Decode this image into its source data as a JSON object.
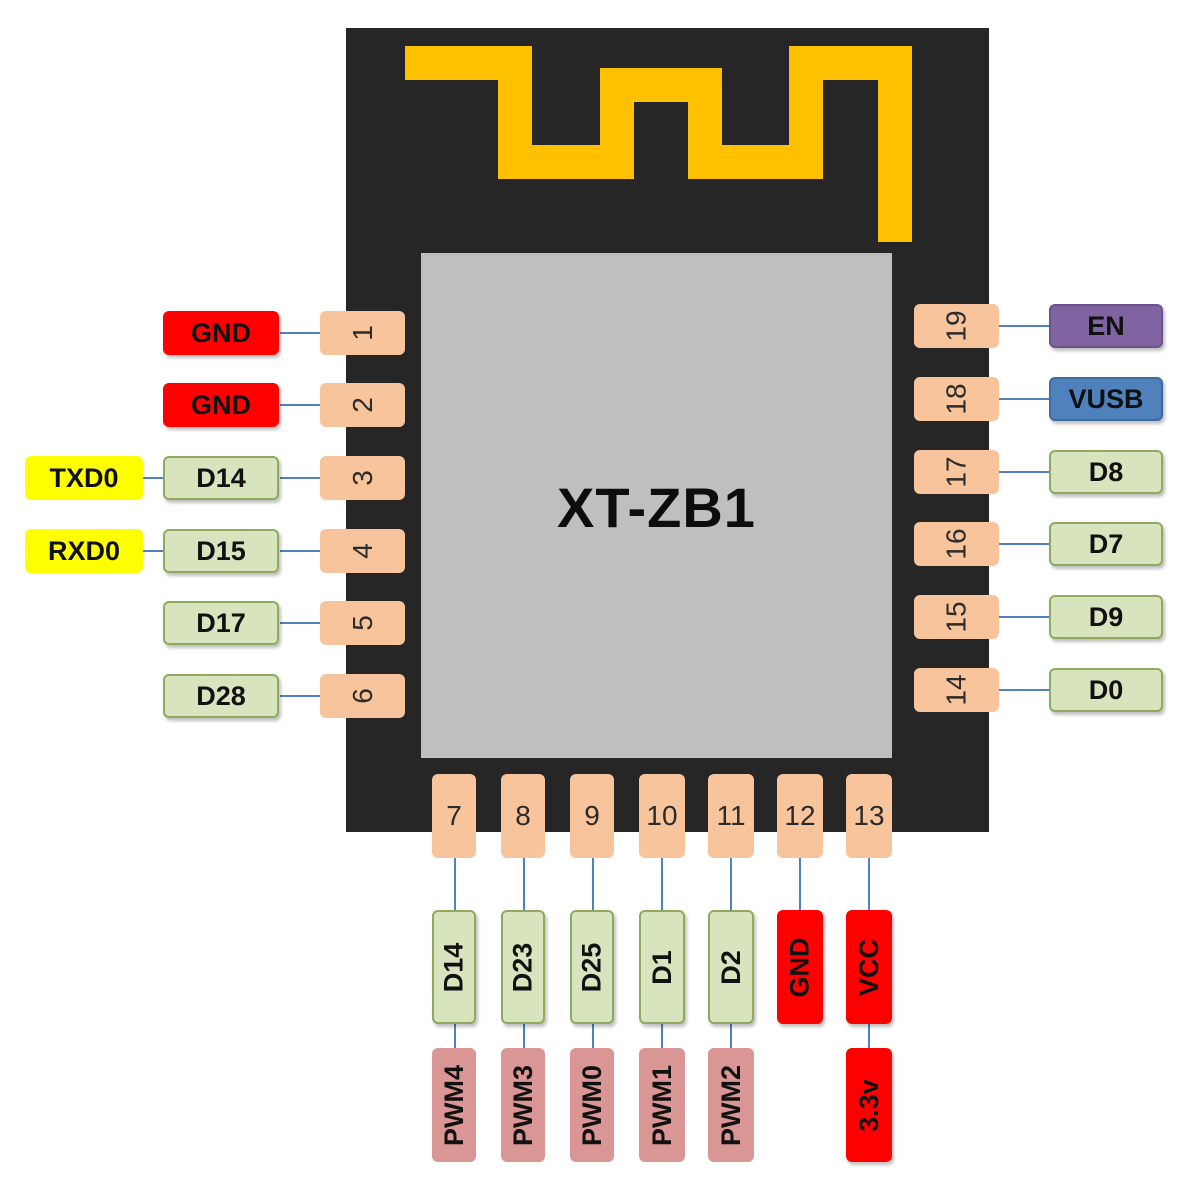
{
  "module": {
    "name": "XT-ZB1",
    "colors": {
      "board": "#262626",
      "chip": "#bfbfbf",
      "antenna": "#ffc000",
      "pad": "#f8c49b",
      "line": "#4f81bd"
    }
  },
  "left_pins": [
    {
      "number": "1",
      "labels": [
        "GND"
      ]
    },
    {
      "number": "2",
      "labels": [
        "GND"
      ]
    },
    {
      "number": "3",
      "labels": [
        "D14",
        "TXD0"
      ]
    },
    {
      "number": "4",
      "labels": [
        "D15",
        "RXD0"
      ]
    },
    {
      "number": "5",
      "labels": [
        "D17"
      ]
    },
    {
      "number": "6",
      "labels": [
        "D28"
      ]
    }
  ],
  "right_pins": [
    {
      "number": "19",
      "labels": [
        "EN"
      ]
    },
    {
      "number": "18",
      "labels": [
        "VUSB"
      ]
    },
    {
      "number": "17",
      "labels": [
        "D8"
      ]
    },
    {
      "number": "16",
      "labels": [
        "D7"
      ]
    },
    {
      "number": "15",
      "labels": [
        "D9"
      ]
    },
    {
      "number": "14",
      "labels": [
        "D0"
      ]
    }
  ],
  "bottom_pins": [
    {
      "number": "7",
      "labels": [
        "D14",
        "PWM4"
      ]
    },
    {
      "number": "8",
      "labels": [
        "D23",
        "PWM3"
      ]
    },
    {
      "number": "9",
      "labels": [
        "D25",
        "PWM0"
      ]
    },
    {
      "number": "10",
      "labels": [
        "D1",
        "PWM1"
      ]
    },
    {
      "number": "11",
      "labels": [
        "D2",
        "PWM2"
      ]
    },
    {
      "number": "12",
      "labels": [
        "GND"
      ]
    },
    {
      "number": "13",
      "labels": [
        "VCC",
        "3.3v"
      ]
    }
  ]
}
